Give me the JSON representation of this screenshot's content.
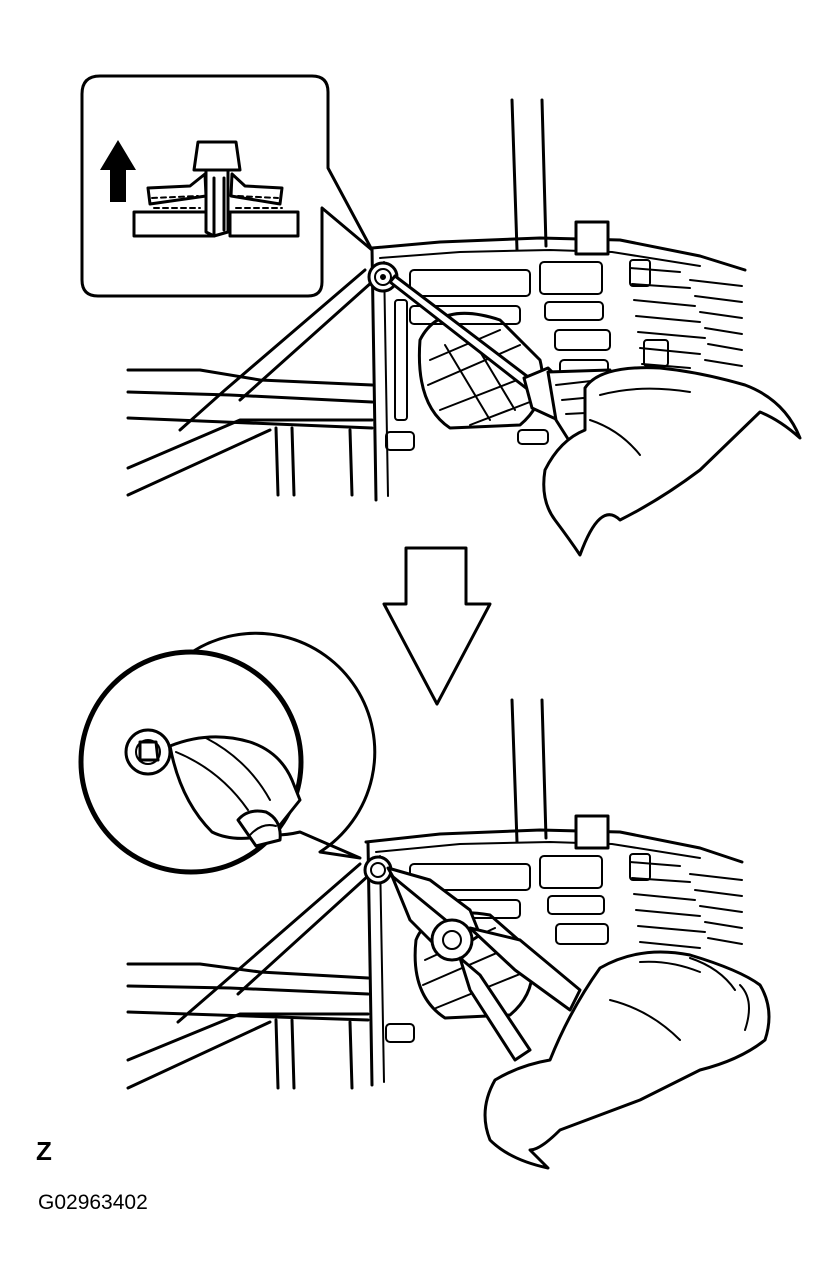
{
  "figure": {
    "view_code": "Z",
    "figure_id": "G02963402"
  },
  "colors": {
    "line": "#000000",
    "background": "#ffffff"
  },
  "icons": {
    "step_arrow": "down-arrow-outline",
    "direction_arrow": "up-arrow-solid"
  }
}
